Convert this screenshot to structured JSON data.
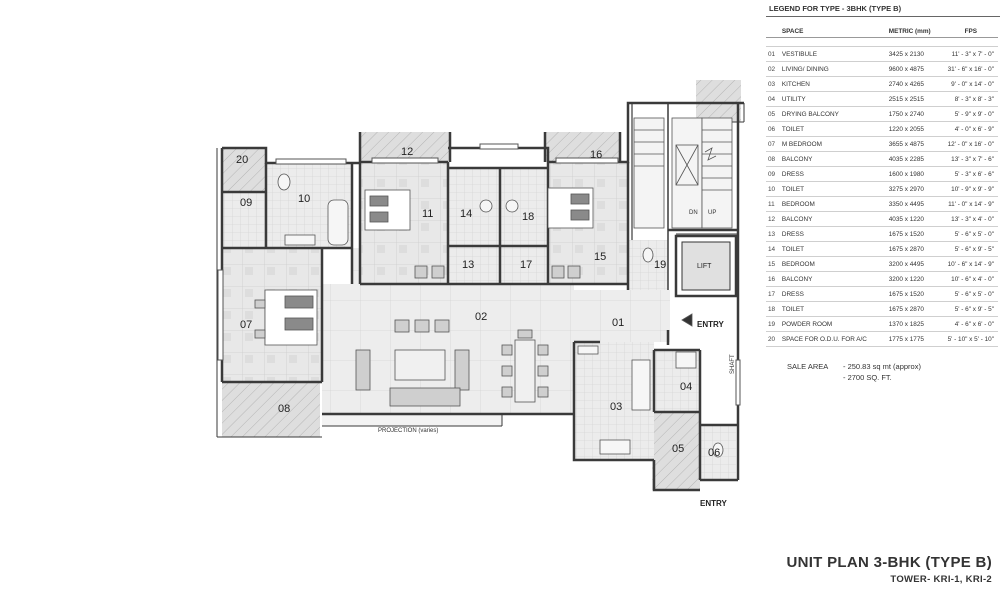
{
  "legend": {
    "title": "LEGEND FOR TYPE - 3BHK (TYPE B)",
    "headers": {
      "space": "SPACE",
      "metric": "METRIC (mm)",
      "fps": "FPS"
    },
    "rows": [
      {
        "no": "01",
        "space": "VESTIBULE",
        "metric": "3425 x 2130",
        "fps": "11' - 3\" x 7' - 0\""
      },
      {
        "no": "02",
        "space": "LIVING/ DINING",
        "metric": "9600 x 4875",
        "fps": "31' - 6\" x 16' - 0\""
      },
      {
        "no": "03",
        "space": "KITCHEN",
        "metric": "2740 x 4265",
        "fps": "9' - 0\" x 14' - 0\""
      },
      {
        "no": "04",
        "space": "UTILITY",
        "metric": "2515 x 2515",
        "fps": "8' - 3\" x 8' - 3\""
      },
      {
        "no": "05",
        "space": "DRYING BALCONY",
        "metric": "1750 x 2740",
        "fps": "5' - 9\" x 9' - 0\""
      },
      {
        "no": "06",
        "space": "TOILET",
        "metric": "1220 x 2055",
        "fps": "4' - 0\" x 6' - 9\""
      },
      {
        "no": "07",
        "space": "M BEDROOM",
        "metric": "3655 x 4875",
        "fps": "12' - 0\" x 16' - 0\""
      },
      {
        "no": "08",
        "space": "BALCONY",
        "metric": "4035 x 2285",
        "fps": "13' - 3\" x 7' - 6\""
      },
      {
        "no": "09",
        "space": "DRESS",
        "metric": "1600 x 1980",
        "fps": "5' - 3\" x 6' - 6\""
      },
      {
        "no": "10",
        "space": "TOILET",
        "metric": "3275 x 2970",
        "fps": "10' - 9\" x 9' - 9\""
      },
      {
        "no": "11",
        "space": "BEDROOM",
        "metric": "3350 x 4495",
        "fps": "11' - 0\" x 14' - 9\""
      },
      {
        "no": "12",
        "space": "BALCONY",
        "metric": "4035 x 1220",
        "fps": "13' - 3\" x 4' - 0\""
      },
      {
        "no": "13",
        "space": "DRESS",
        "metric": "1675 x 1520",
        "fps": "5' - 6\" x 5' - 0\""
      },
      {
        "no": "14",
        "space": "TOILET",
        "metric": "1675 x 2870",
        "fps": "5' - 6\" x 9' - 5\""
      },
      {
        "no": "15",
        "space": "BEDROOM",
        "metric": "3200 x 4495",
        "fps": "10' - 6\" x 14' - 9\""
      },
      {
        "no": "16",
        "space": "BALCONY",
        "metric": "3200 x 1220",
        "fps": "10' - 6\" x 4' - 0\""
      },
      {
        "no": "17",
        "space": "DRESS",
        "metric": "1675 x 1520",
        "fps": "5' - 6\" x 5' - 0\""
      },
      {
        "no": "18",
        "space": "TOILET",
        "metric": "1675 x 2870",
        "fps": "5' - 6\" x 9' - 5\""
      },
      {
        "no": "19",
        "space": "POWDER ROOM",
        "metric": "1370 x 1825",
        "fps": "4' - 6\" x 6' - 0\""
      },
      {
        "no": "20",
        "space": "SPACE FOR O.D.U. FOR A/C",
        "metric": "1775 x 1775",
        "fps": "5' - 10\" x 5' - 10\""
      }
    ]
  },
  "sale_area": {
    "label": "SALE AREA",
    "metric": "- 250.83 sq mt (approx)",
    "imperial": "- 2700 SQ. FT."
  },
  "title": {
    "main": "UNIT PLAN 3-BHK (TYPE B)",
    "sub": "TOWER- KRI-1, KRI-2"
  },
  "plan_labels": {
    "r01": "01",
    "r02": "02",
    "r03": "03",
    "r04": "04",
    "r05": "05",
    "r06": "06",
    "r07": "07",
    "r08": "08",
    "r09": "09",
    "r10": "10",
    "r11": "11",
    "r12": "12",
    "r13": "13",
    "r14": "14",
    "r15": "15",
    "r16": "16",
    "r17": "17",
    "r18": "18",
    "r19": "19",
    "r20": "20",
    "lift": "LIFT",
    "entry_main": "ENTRY",
    "entry_service": "ENTRY",
    "shaft": "SHAFT",
    "stair_dn": "DN",
    "stair_up": "UP",
    "projection": "PROJECTION (varies)"
  },
  "colors": {
    "wall": "#3a3a3a",
    "floor_tile": "#e6e6e6",
    "tile_line": "#c9c9c9",
    "balcony": "#d9d9d9",
    "furniture": "#555555"
  }
}
